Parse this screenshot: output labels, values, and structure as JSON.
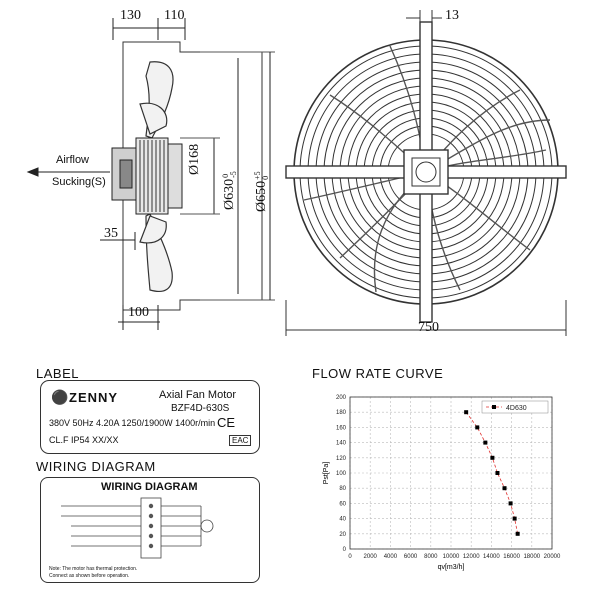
{
  "side_view": {
    "dim_top_left": "130",
    "dim_top_right": "110",
    "airflow_label": "Airflow",
    "sucking_label": "Sucking(S)",
    "dim_hub": "Ø168",
    "dim_blade_main": "Ø630",
    "dim_blade_tol_top": "0",
    "dim_blade_tol_bottom": "-5",
    "dim_ring_main": "Ø650",
    "dim_ring_tol_top": "+5",
    "dim_ring_tol_bottom": "0",
    "dim_left": "35",
    "dim_bottom": "100"
  },
  "front_view": {
    "dim_bar_width": "13",
    "dim_total_width": "750"
  },
  "label_section": {
    "heading": "LABEL",
    "brand": "ZENNY",
    "product_type": "Axial Fan Motor",
    "model": "BZF4D-630S",
    "specs": "380V 50Hz  4.20A  1250/1900W  1400r/min",
    "protection": "CL.F IP54 XX/XX",
    "ce_mark": "CE",
    "eac_mark": "EAC"
  },
  "wiring_section": {
    "heading": "WIRING DIAGRAM",
    "card_title": "WIRING DIAGRAM",
    "footnote_1": "Note: The motor has thermal protection.",
    "footnote_2": "Connect as shown before operation."
  },
  "flow_section": {
    "heading": "FLOW RATE CURVE"
  },
  "chart_data": {
    "type": "line",
    "title": "",
    "xlabel": "qv[m3/h]",
    "ylabel": "Pst[Pa]",
    "xlim": [
      0,
      20000
    ],
    "ylim": [
      0,
      200
    ],
    "x_ticks": [
      0,
      2000,
      4000,
      6000,
      8000,
      10000,
      12000,
      14000,
      16000,
      18000,
      20000
    ],
    "y_ticks": [
      0,
      20,
      40,
      60,
      80,
      100,
      120,
      140,
      160,
      180,
      200
    ],
    "grid": true,
    "legend_position": "top-right",
    "series": [
      {
        "name": "4D630",
        "color": "#000000",
        "x": [
          11500,
          12600,
          13400,
          14100,
          14600,
          15300,
          15900,
          16300,
          16600
        ],
        "y": [
          180,
          160,
          140,
          120,
          100,
          80,
          60,
          40,
          20
        ]
      }
    ]
  }
}
